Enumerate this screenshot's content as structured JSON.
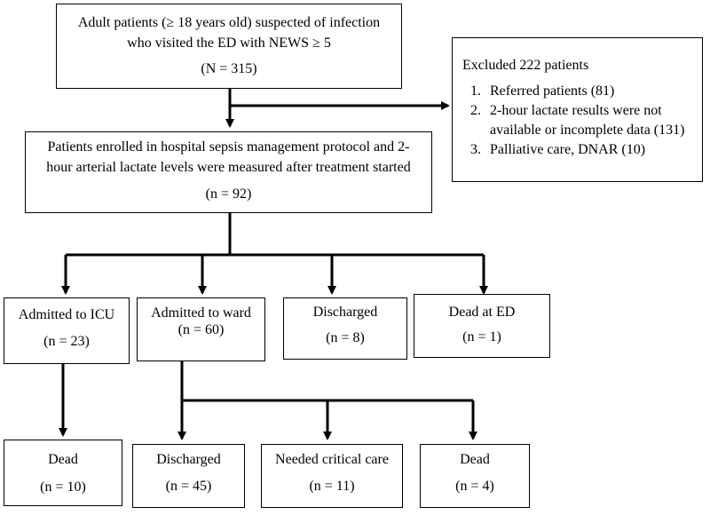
{
  "top": {
    "line1": "Adult patients (≥ 18 years old) suspected of infection",
    "line2": "who visited the ED with NEWS ≥ 5",
    "count": "(N = 315)"
  },
  "excluded": {
    "title": "Excluded 222 patients",
    "items": [
      {
        "num": "1.",
        "line1": "Referred patients (81)",
        "line2": ""
      },
      {
        "num": "2.",
        "line1": "2-hour lactate results were not",
        "line2": "available or incomplete data (131)"
      },
      {
        "num": "3.",
        "line1": "Palliative care, DNAR (10)",
        "line2": ""
      }
    ]
  },
  "enrolled": {
    "line1": "Patients enrolled in hospital sepsis management protocol and 2-",
    "line2": "hour arterial lactate levels were measured after treatment started",
    "count": "(n = 92)"
  },
  "level2": {
    "icu": {
      "label": "Admitted to ICU",
      "count": "(n = 23)"
    },
    "ward": {
      "label": "Admitted to ward",
      "count": "(n = 60)"
    },
    "discharged": {
      "label": "Discharged",
      "count": "(n = 8)"
    },
    "dead_ed": {
      "label": "Dead at ED",
      "count": "(n = 1)"
    }
  },
  "level3": {
    "icu_dead": {
      "label": "Dead",
      "count": "(n = 10)"
    },
    "ward_discharged": {
      "label": "Discharged",
      "count": "(n = 45)"
    },
    "ward_critical": {
      "label": "Needed critical care",
      "count": "(n = 11)"
    },
    "ward_dead": {
      "label": "Dead",
      "count": "(n = 4)"
    }
  }
}
